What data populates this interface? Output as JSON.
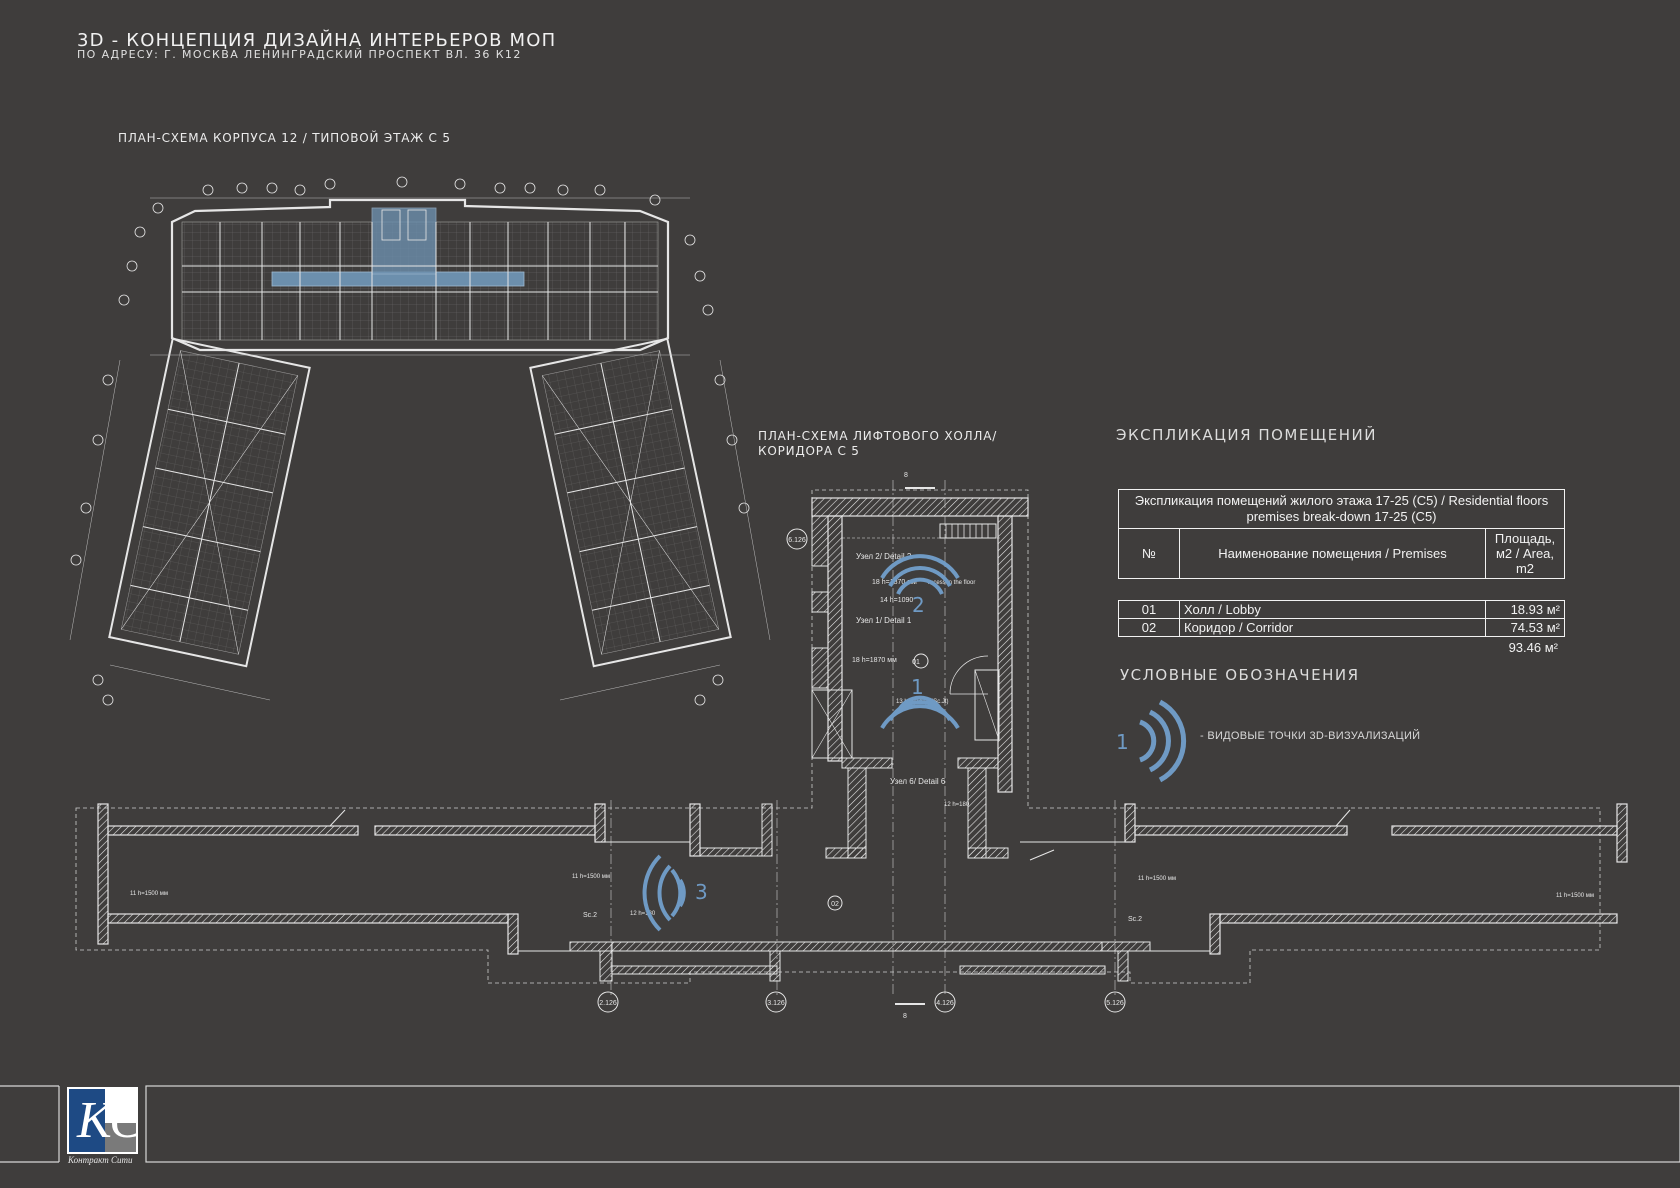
{
  "header": {
    "title": "3D - КОНЦЕПЦИЯ ДИЗАЙНА ИНТЕРЬЕРОВ МОП",
    "subtitle": "ПО АДРЕСУ: Г. МОСКВА ЛЕНИНГРАДСКИЙ ПРОСПЕКТ ВЛ. 36 К12"
  },
  "building_plan": {
    "label": "ПЛАН-СХЕМА КОРПУСА 12 / ТИПОВОЙ ЭТАЖ С 5"
  },
  "hall_plan": {
    "label_line1": "ПЛАН-СХЕМА ЛИФТОВОГО ХОЛЛА/",
    "label_line2": "КОРИДОРА С 5",
    "details": [
      "Узел 2/ Detail 2",
      "Узел 1/ Detail 1",
      "Узел 6/ Detail 6"
    ],
    "room_markers": [
      "01",
      "02"
    ],
    "axis_labels": [
      "2.126",
      "3.126",
      "4.126",
      "5.126",
      "6.126"
    ],
    "section_marks": [
      "8",
      "8"
    ],
    "dimensions": [
      "18 h=1870 мм",
      "14 h=1090",
      "18 h=1870 мм",
      "13 h=1070 (2/Sc.Jt)",
      "11 h=1500 мм",
      "11 h=1500 мм",
      "11 h=1500 мм",
      "11 h=1500 мм",
      "12 h=180",
      "12 h=180",
      "Sc.2",
      "Sc.2",
      "recess in the floor"
    ]
  },
  "viewpoints": [
    {
      "id": "vp1",
      "number": "1"
    },
    {
      "id": "vp2",
      "number": "2"
    },
    {
      "id": "vp3",
      "number": "3"
    }
  ],
  "explication": {
    "heading": "ЭКСПЛИКАЦИЯ ПОМЕЩЕНИЙ",
    "table_caption": "Экспликация помещений жилого этажа 17-25 (С5) / Residential floors premises break-down 17-25 (С5)",
    "columns": [
      "№",
      "Наименование помещения / Premises",
      "Площадь, м2 / Area, m2"
    ],
    "rows": [
      {
        "no": "01",
        "name": "Холл / Lobby",
        "area": "18.93 м²"
      },
      {
        "no": "02",
        "name": "Коридор / Corridor",
        "area": "74.53 м²"
      }
    ],
    "total": "93.46 м²"
  },
  "legend": {
    "heading": "УСЛОВНЫЕ ОБОЗНАЧЕНИЯ",
    "icon_number": "1",
    "text": "- ВИДОВЫЕ ТОЧКИ 3D-ВИЗУАЛИЗАЦИЙ"
  },
  "logo": {
    "letters": "КС",
    "caption": "Контракт Сити"
  },
  "colors": {
    "background": "#3f3d3c",
    "lines": "#e6e6e6",
    "highlight": "#6c8fad",
    "viewpoint": "#6f9ac4",
    "logo_blue": "#1e4a84"
  }
}
